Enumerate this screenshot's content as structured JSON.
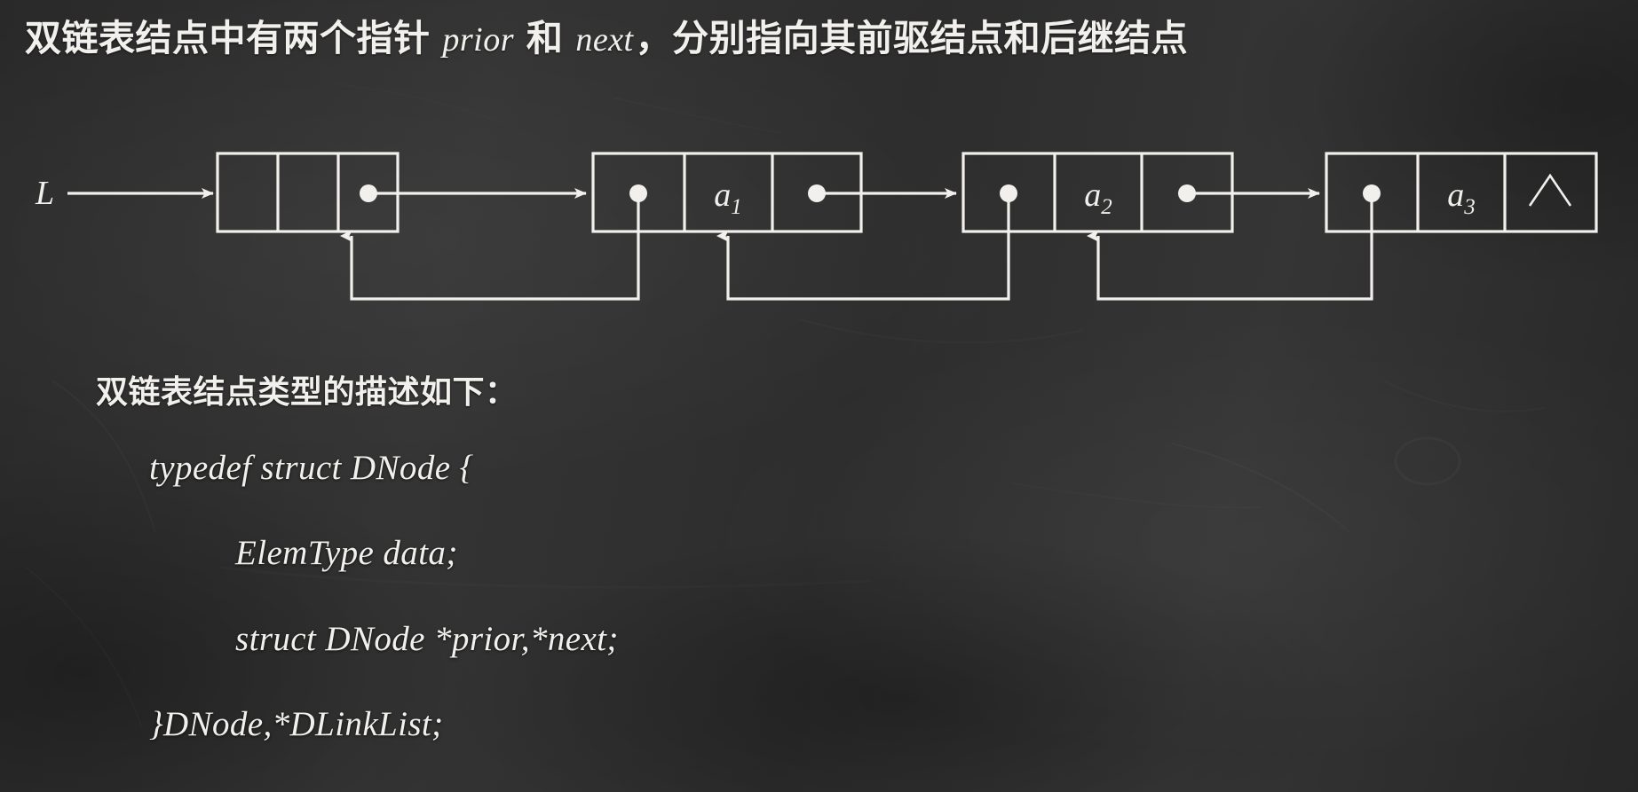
{
  "board": {
    "background_color": "#2e2e2e",
    "chalk_color": "#f2f0ec"
  },
  "title": {
    "part1": "双链表结点中有两个指针 ",
    "ital1": "prior",
    "part2": " 和 ",
    "ital2": "next",
    "part3": "，分别指向其前驱结点和后继结点"
  },
  "diagram": {
    "head_pointer_label": "L",
    "null_symbol": "∧",
    "nodes": [
      {
        "name": "head-node",
        "prior": "",
        "data": "",
        "next": "dot"
      },
      {
        "name": "node-a1",
        "prior": "dot",
        "data": "a₁",
        "next": "dot"
      },
      {
        "name": "node-a2",
        "prior": "dot",
        "data": "a₂",
        "next": "dot"
      },
      {
        "name": "node-a3",
        "prior": "dot",
        "data": "a₃",
        "next": "∧"
      }
    ]
  },
  "body": {
    "subhead": "双链表结点类型的描述如下：",
    "code": [
      "typedef struct DNode {",
      "ElemType data;",
      "struct DNode *prior,*next;",
      "}DNode,*DLinkList;"
    ]
  }
}
